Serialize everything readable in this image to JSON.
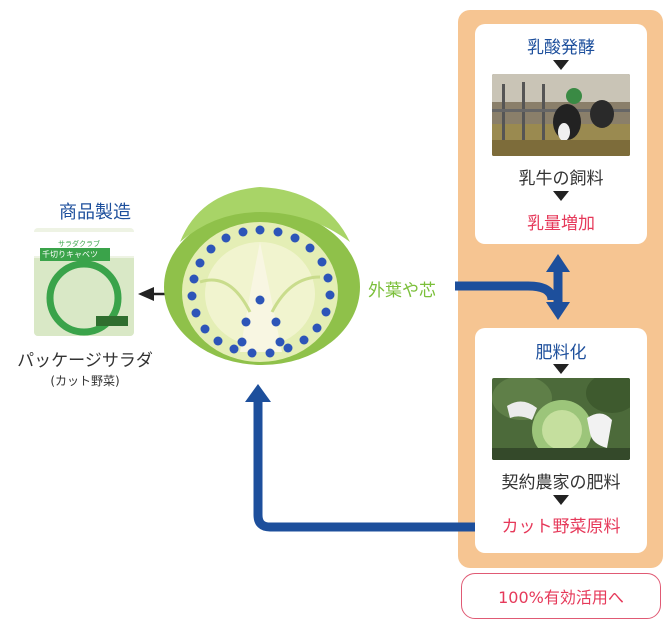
{
  "left": {
    "title": "商品製造",
    "product_name": "パッケージサラダ",
    "product_sub": "(カット野菜)",
    "package_brand": "サラダクラブ",
    "package_label": "千切りキャベツ"
  },
  "center": {
    "label": "外葉や芯"
  },
  "right": {
    "top": {
      "title": "乳酸発酵",
      "item1": "乳牛の飼料",
      "item2": "乳量増加"
    },
    "bottom": {
      "title": "肥料化",
      "item1": "契約農家の肥料",
      "item2": "カット野菜原料"
    },
    "badge": "100%有効活用へ"
  },
  "colors": {
    "blue": "#1d4f9c",
    "green": "#7bbf3a",
    "red": "#e6395a",
    "orange_panel": "#f6c592"
  }
}
